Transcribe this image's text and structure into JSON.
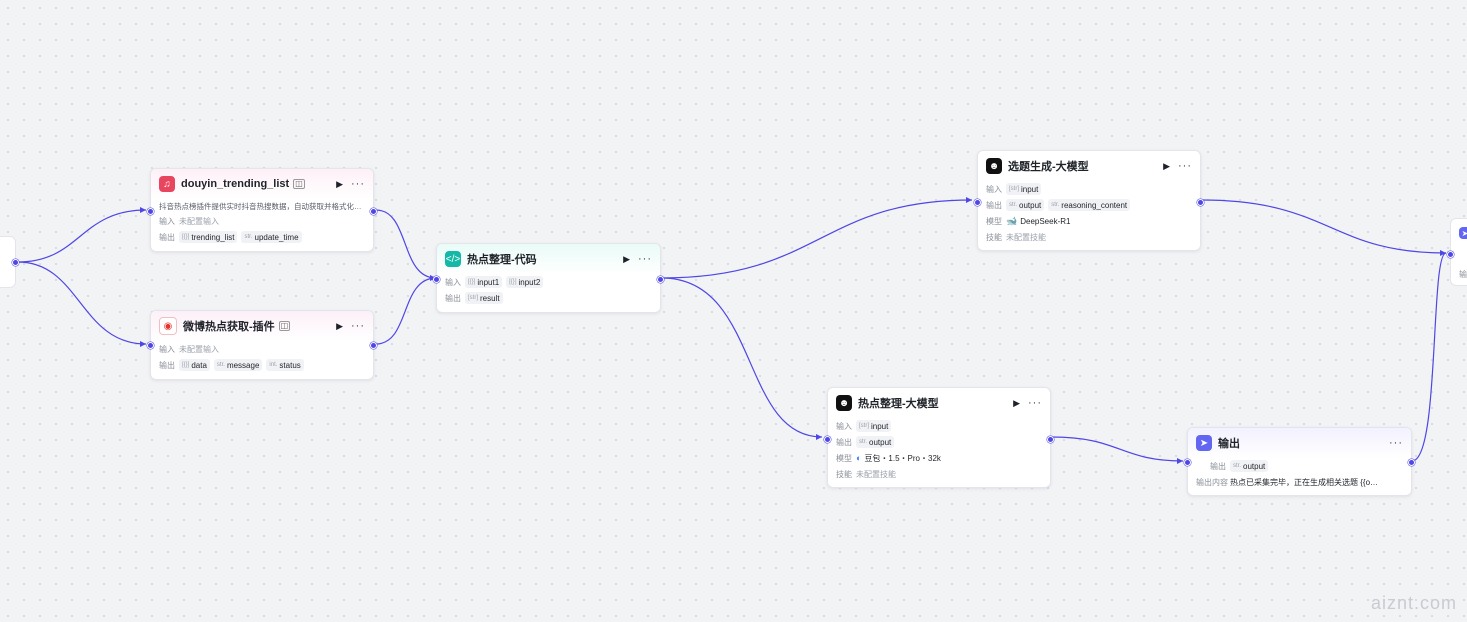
{
  "nodes": {
    "douyin": {
      "title": "douyin_trending_list",
      "desc": "抖音热点榜插件提供实时抖音热搜数据，自动获取并格式化当…",
      "input_label": "输入",
      "input_value": "未配置输入",
      "output_label": "输出",
      "outputs": [
        {
          "type": "[{}]",
          "name": "trending_list"
        },
        {
          "type": "str.",
          "name": "update_time"
        }
      ]
    },
    "weibo": {
      "title": "微博热点获取-插件",
      "input_label": "输入",
      "input_value": "未配置输入",
      "output_label": "输出",
      "outputs": [
        {
          "type": "[{}]",
          "name": "data"
        },
        {
          "type": "str.",
          "name": "message"
        },
        {
          "type": "int.",
          "name": "status"
        }
      ]
    },
    "code": {
      "title": "热点整理-代码",
      "input_label": "输入",
      "inputs": [
        {
          "type": "[{}]",
          "name": "input1"
        },
        {
          "type": "[{}]",
          "name": "input2"
        }
      ],
      "output_label": "输出",
      "outputs": [
        {
          "type": "[str]",
          "name": "result"
        }
      ]
    },
    "topic": {
      "title": "选题生成-大模型",
      "input_label": "输入",
      "inputs": [
        {
          "type": "[str]",
          "name": "input"
        }
      ],
      "output_label": "输出",
      "outputs": [
        {
          "type": "str.",
          "name": "output"
        },
        {
          "type": "str.",
          "name": "reasoning_content"
        }
      ],
      "model_label": "模型",
      "model_value": "DeepSeek-R1",
      "skill_label": "技能",
      "skill_value": "未配置技能"
    },
    "hot_llm": {
      "title": "热点整理-大模型",
      "input_label": "输入",
      "inputs": [
        {
          "type": "[str]",
          "name": "input"
        }
      ],
      "output_label": "输出",
      "outputs": [
        {
          "type": "str.",
          "name": "output"
        }
      ],
      "model_label": "模型",
      "model_value": "豆包・1.5・Pro・32k",
      "skill_label": "技能",
      "skill_value": "未配置技能"
    },
    "output": {
      "title": "输出",
      "output_label": "输出",
      "outputs": [
        {
          "type": "str.",
          "name": "output"
        }
      ],
      "content_label": "输出内容",
      "content_value": "热点已采集完毕，正在生成相关选题 {{o…"
    }
  },
  "partial_end_label": "输",
  "watermark": "aiznt.com",
  "icons": {
    "douyin": "douyin-icon",
    "weibo": "weibo-icon",
    "code": "code-icon",
    "llm": "llm-icon",
    "output": "output-icon",
    "run": "play-icon",
    "more": "more-icon"
  },
  "colors": {
    "edge": "#4e46e5",
    "douyin": "#e8455f",
    "code": "#14b8a6",
    "output": "#6366f1"
  }
}
